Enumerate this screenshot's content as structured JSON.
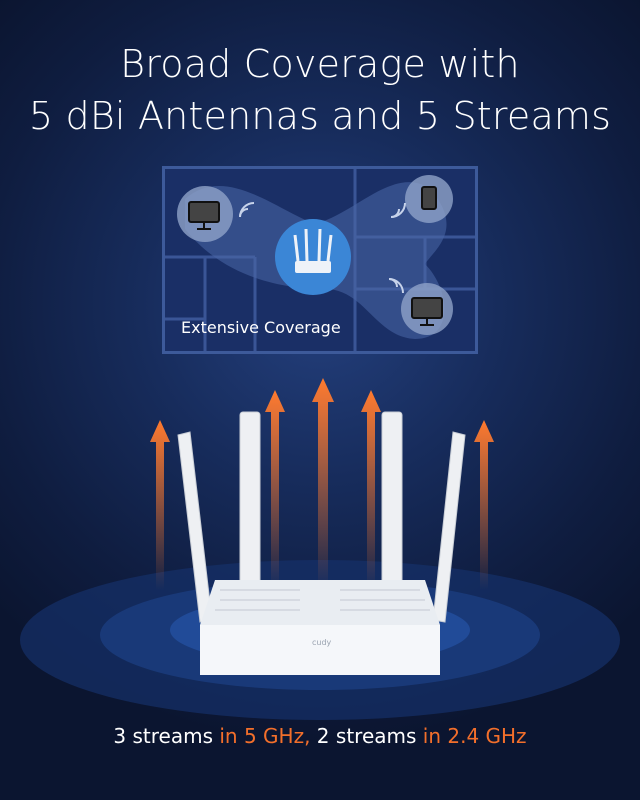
{
  "headline": {
    "line1": "Broad Coverage with",
    "line2": "5 dBi Antennas and 5 Streams"
  },
  "floorplan": {
    "label": "Extensive Coverage",
    "devices": [
      "monitor-icon",
      "tablet-icon",
      "monitor-icon"
    ],
    "center": "router-icon"
  },
  "product": {
    "brand": "cudy",
    "antennas": 5
  },
  "caption": {
    "part1": "3 streams ",
    "part2": "in 5 GHz,",
    "part3": " 2 streams ",
    "part4": "in 2.4 GHz"
  },
  "colors": {
    "accent": "#f36f2b",
    "background": "#172c5c"
  }
}
